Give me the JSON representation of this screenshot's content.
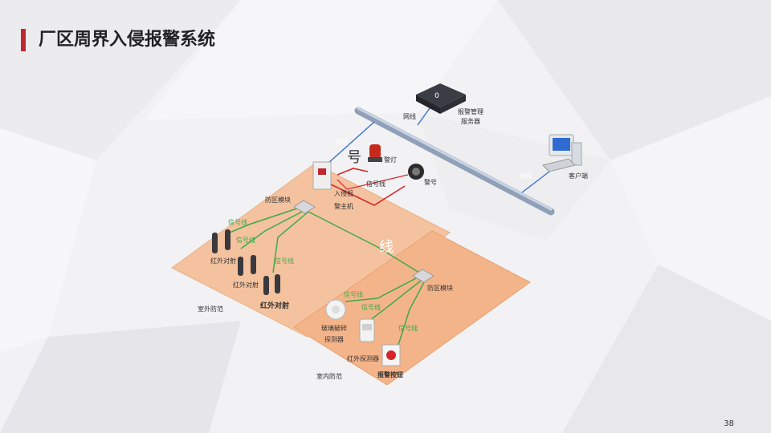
{
  "slide": {
    "title": "厂区周界入侵报警系统",
    "page_number": "38"
  },
  "diagram": {
    "labels": {
      "net_line": "网线",
      "alarm_server": "报警管理服务器",
      "client": "客户端",
      "net_line_left": "网线",
      "net_line_right": "网线",
      "signal_big": "号",
      "alarm_light": "警灯",
      "siren": "警号",
      "signal_line_red": "信号线",
      "host_line1": "入侵报",
      "host_line2": "警主机",
      "zone_module_outer": "防区模块",
      "signal_line_1": "信号线",
      "signal_line_2": "信号线",
      "signal_line_3": "信号线",
      "ir_beam_1": "红外对射",
      "ir_beam_2": "红外对射",
      "ir_beam_3": "红外对射",
      "outdoor_zone": "室外防范",
      "line_big": "线",
      "zone_module_inner": "防区模块",
      "signal_line_4": "信号线",
      "signal_line_5": "信号线",
      "signal_line_6": "信号线",
      "glass_break_1": "玻璃破碎",
      "glass_break_2": "探测器",
      "ir_detector": "红外探测器",
      "panic_button": "报警按钮",
      "indoor_zone": "室内防范"
    }
  }
}
